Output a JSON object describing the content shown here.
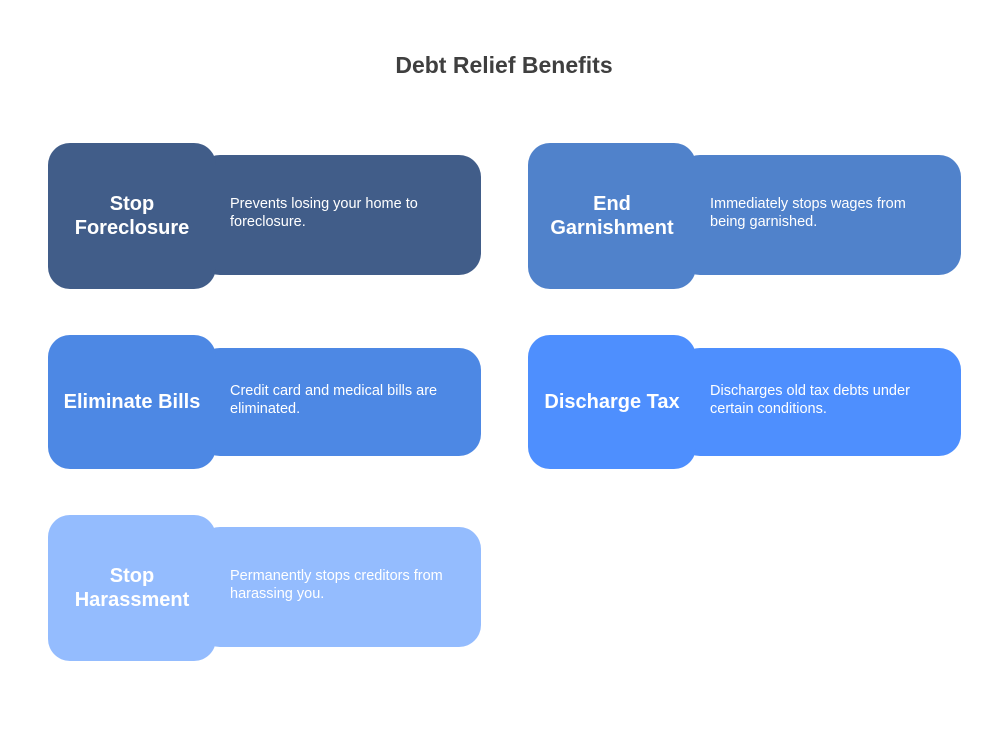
{
  "title": "Debt Relief Benefits",
  "cards": [
    {
      "heading": "Stop Foreclosure",
      "description": "Prevents losing your home to foreclosure.",
      "color": "#415d89"
    },
    {
      "heading": "End Garnishment",
      "description": "Immediately stops wages from being garnished.",
      "color": "#5082cb"
    },
    {
      "heading": "Eliminate Bills",
      "description": "Credit card and medical bills are eliminated.",
      "color": "#4d88e4"
    },
    {
      "heading": "Discharge Tax",
      "description": "Discharges old tax debts under certain conditions.",
      "color": "#4e8ffe"
    },
    {
      "heading": "Stop Harassment",
      "description": "Permanently stops creditors from harassing you.",
      "color": "#94bcfe"
    }
  ]
}
